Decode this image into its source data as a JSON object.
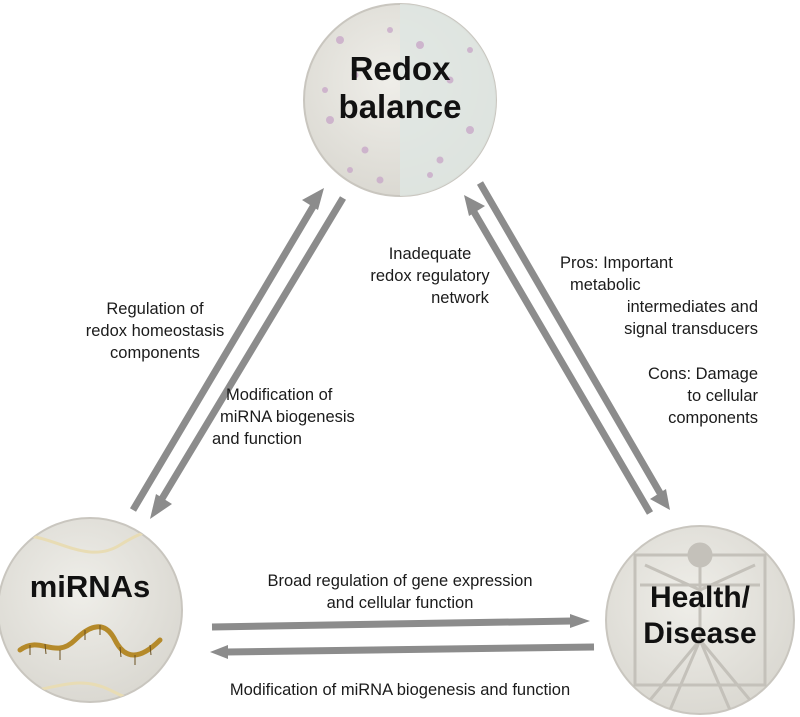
{
  "nodes": {
    "redox": {
      "title_lines": [
        "Redox",
        "balance"
      ]
    },
    "mirnas": {
      "title_lines": [
        "miRNAs"
      ]
    },
    "health": {
      "title_lines": [
        "Health/",
        "Disease"
      ]
    }
  },
  "edges": {
    "mirna_to_redox": {
      "label_lines": [
        "Regulation of",
        "redox homeostasis",
        "components"
      ]
    },
    "redox_to_mirna": {
      "label_lines": [
        "Modification of",
        "miRNA biogenesis",
        "and function"
      ]
    },
    "health_to_redox": {
      "label_lines": [
        "Inadequate",
        "redox regulatory",
        "network"
      ]
    },
    "redox_to_health": {
      "pros_lines": [
        "Pros: Important",
        "metabolic",
        "intermediates and",
        "signal transducers"
      ],
      "cons_lines": [
        "Cons: Damage",
        "to cellular",
        "components"
      ]
    },
    "mirna_to_health": {
      "label_lines": [
        "Broad regulation of gene expression",
        "and cellular function"
      ]
    },
    "health_to_mirna": {
      "label_lines": [
        "Modification of miRNA biogenesis and function"
      ]
    }
  },
  "colors": {
    "arrow": "#8c8c8c",
    "node_fill": "#e4e2dc",
    "node_outline": "#c9c6bf",
    "rna_strand": "#b58a2a"
  }
}
